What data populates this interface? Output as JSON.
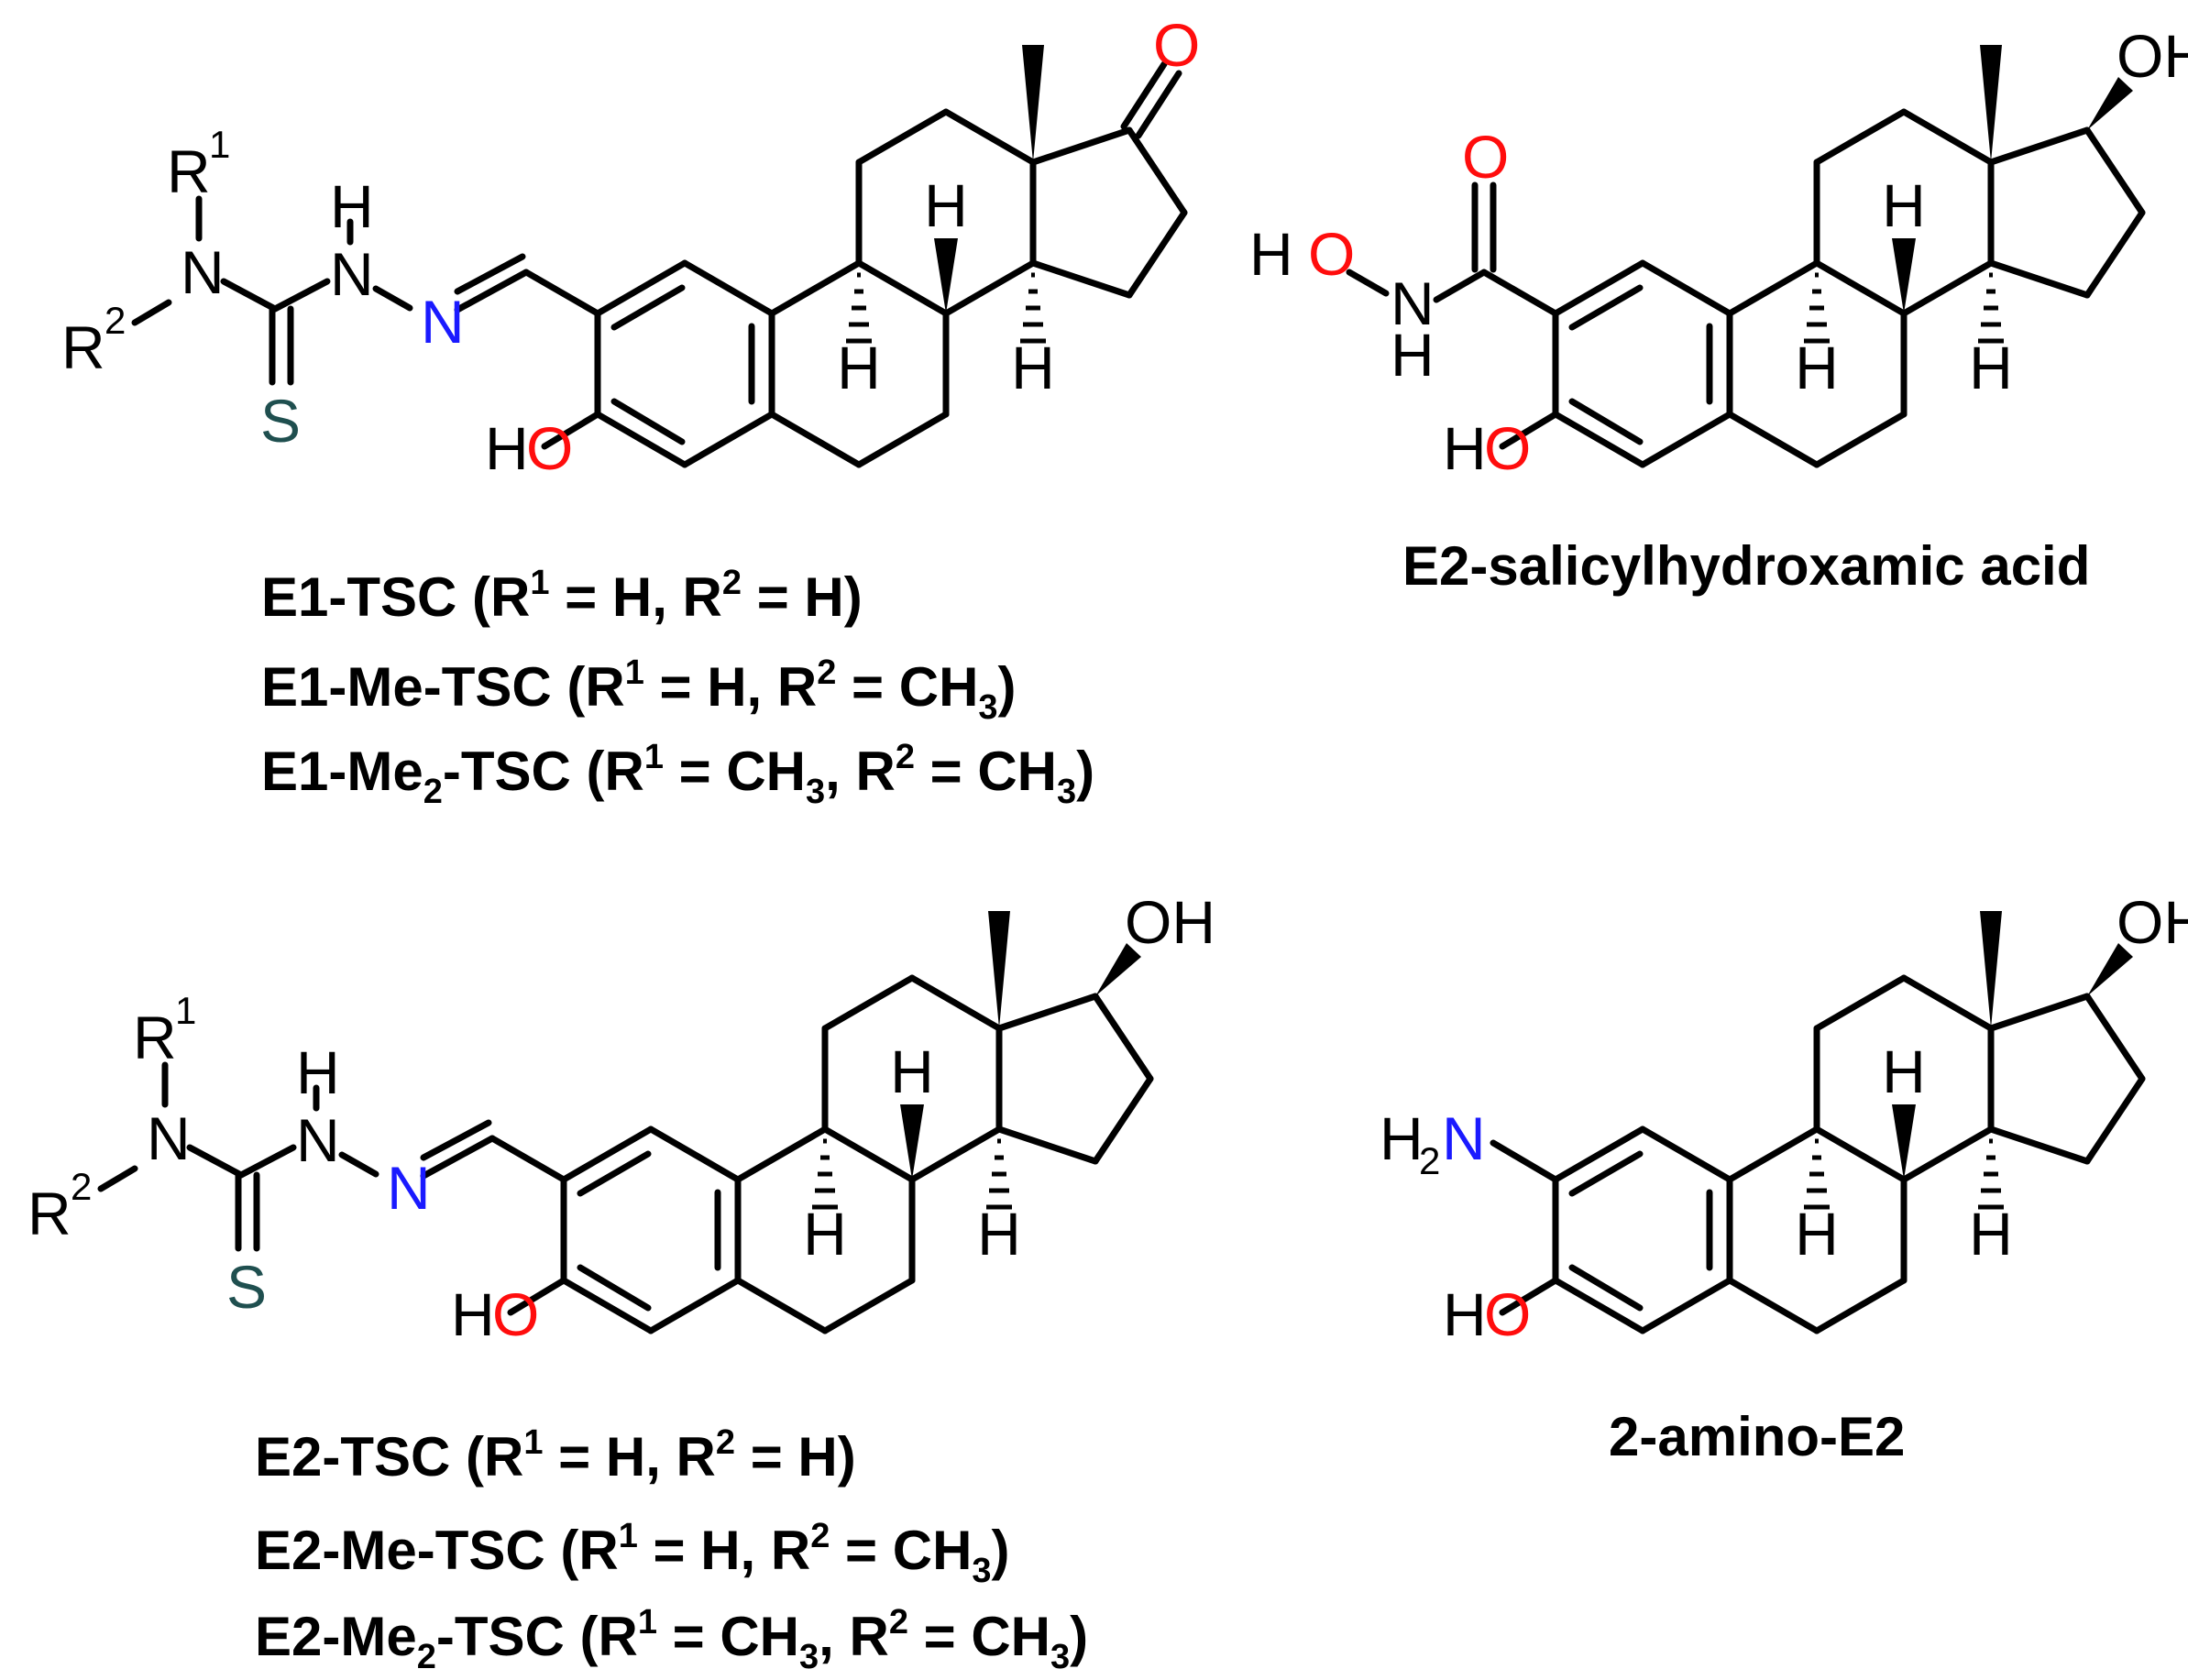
{
  "colors": {
    "oxygen": "#ff0d0d",
    "nitrogen": "#1a1aff",
    "sulfur": "#1f4f4f",
    "carbon": "#000000"
  },
  "atoms": {
    "O": "O",
    "OH": "OH",
    "HO_H": "H",
    "HO_O": "O",
    "H": "H",
    "N": "N",
    "S": "S",
    "R": "R",
    "one": "1",
    "two": "2",
    "H2N_H": "H",
    "H2N_sub": "2",
    "H2N_N": "N"
  },
  "captions": {
    "e1tsc": {
      "a": "E1-TSC (R",
      "b": "1",
      "c": " = H, R",
      "d": "2",
      "e": " = H)"
    },
    "e1me": {
      "a": "E1-Me-TSC (R",
      "b": "1",
      "c": " = H, R",
      "d": "2",
      "e": " = CH",
      "f": "3",
      "g": ")"
    },
    "e1me2": {
      "a": "E1-Me",
      "b": "2",
      "c": "-TSC (R",
      "d": "1",
      "e": " = CH",
      "f": "3",
      "g": ", R",
      "h": "2",
      "i": " = CH",
      "j": "3",
      "k": ")"
    },
    "e2sha": "E2-salicylhydroxamic acid",
    "e2tsc": {
      "a": "E2-TSC (R",
      "b": "1",
      "c": " = H, R",
      "d": "2",
      "e": " = H)"
    },
    "e2me": {
      "a": "E2-Me-TSC (R",
      "b": "1",
      "c": " = H, R",
      "d": "2",
      "e": " = CH",
      "f": "3",
      "g": ")"
    },
    "e2me2": {
      "a": "E2-Me",
      "b": "2",
      "c": "-TSC (R",
      "d": "1",
      "e": " = CH",
      "f": "3",
      "g": ", R",
      "h": "2",
      "i": " = CH",
      "j": "3",
      "k": ")"
    },
    "amino": "2-amino-E2"
  }
}
